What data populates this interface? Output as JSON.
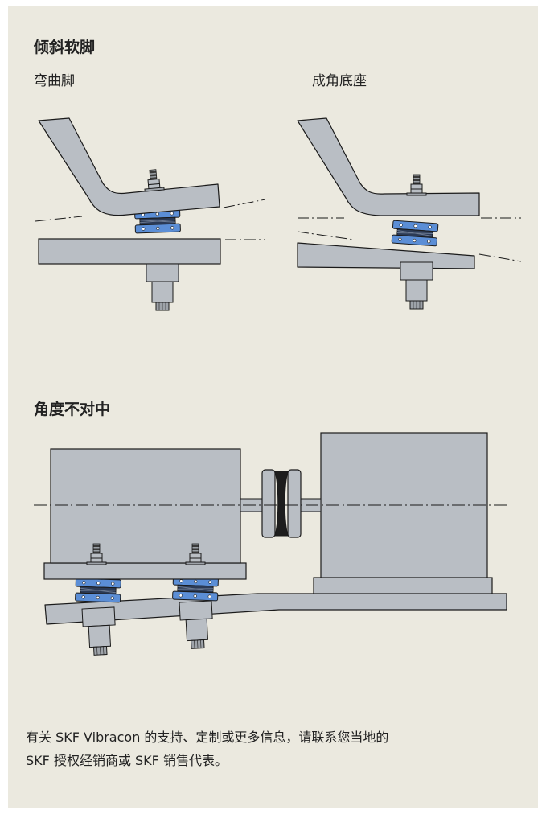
{
  "section1": {
    "title": "倾斜软脚",
    "left_caption": "弯曲脚",
    "right_caption": "成角底座"
  },
  "section2": {
    "title": "角度不对中"
  },
  "footer": {
    "line1": "有关 SKF Vibracon 的支持、定制或更多信息，请联系您当地的",
    "line2": "SKF 授权经销商或 SKF 销售代表。"
  },
  "colors": {
    "background": "#ebe9df",
    "steel": "#b9bec4",
    "outline": "#1a1a1a",
    "chock_blue": "#5b8ed6",
    "chock_dark": "#2b3a55"
  }
}
